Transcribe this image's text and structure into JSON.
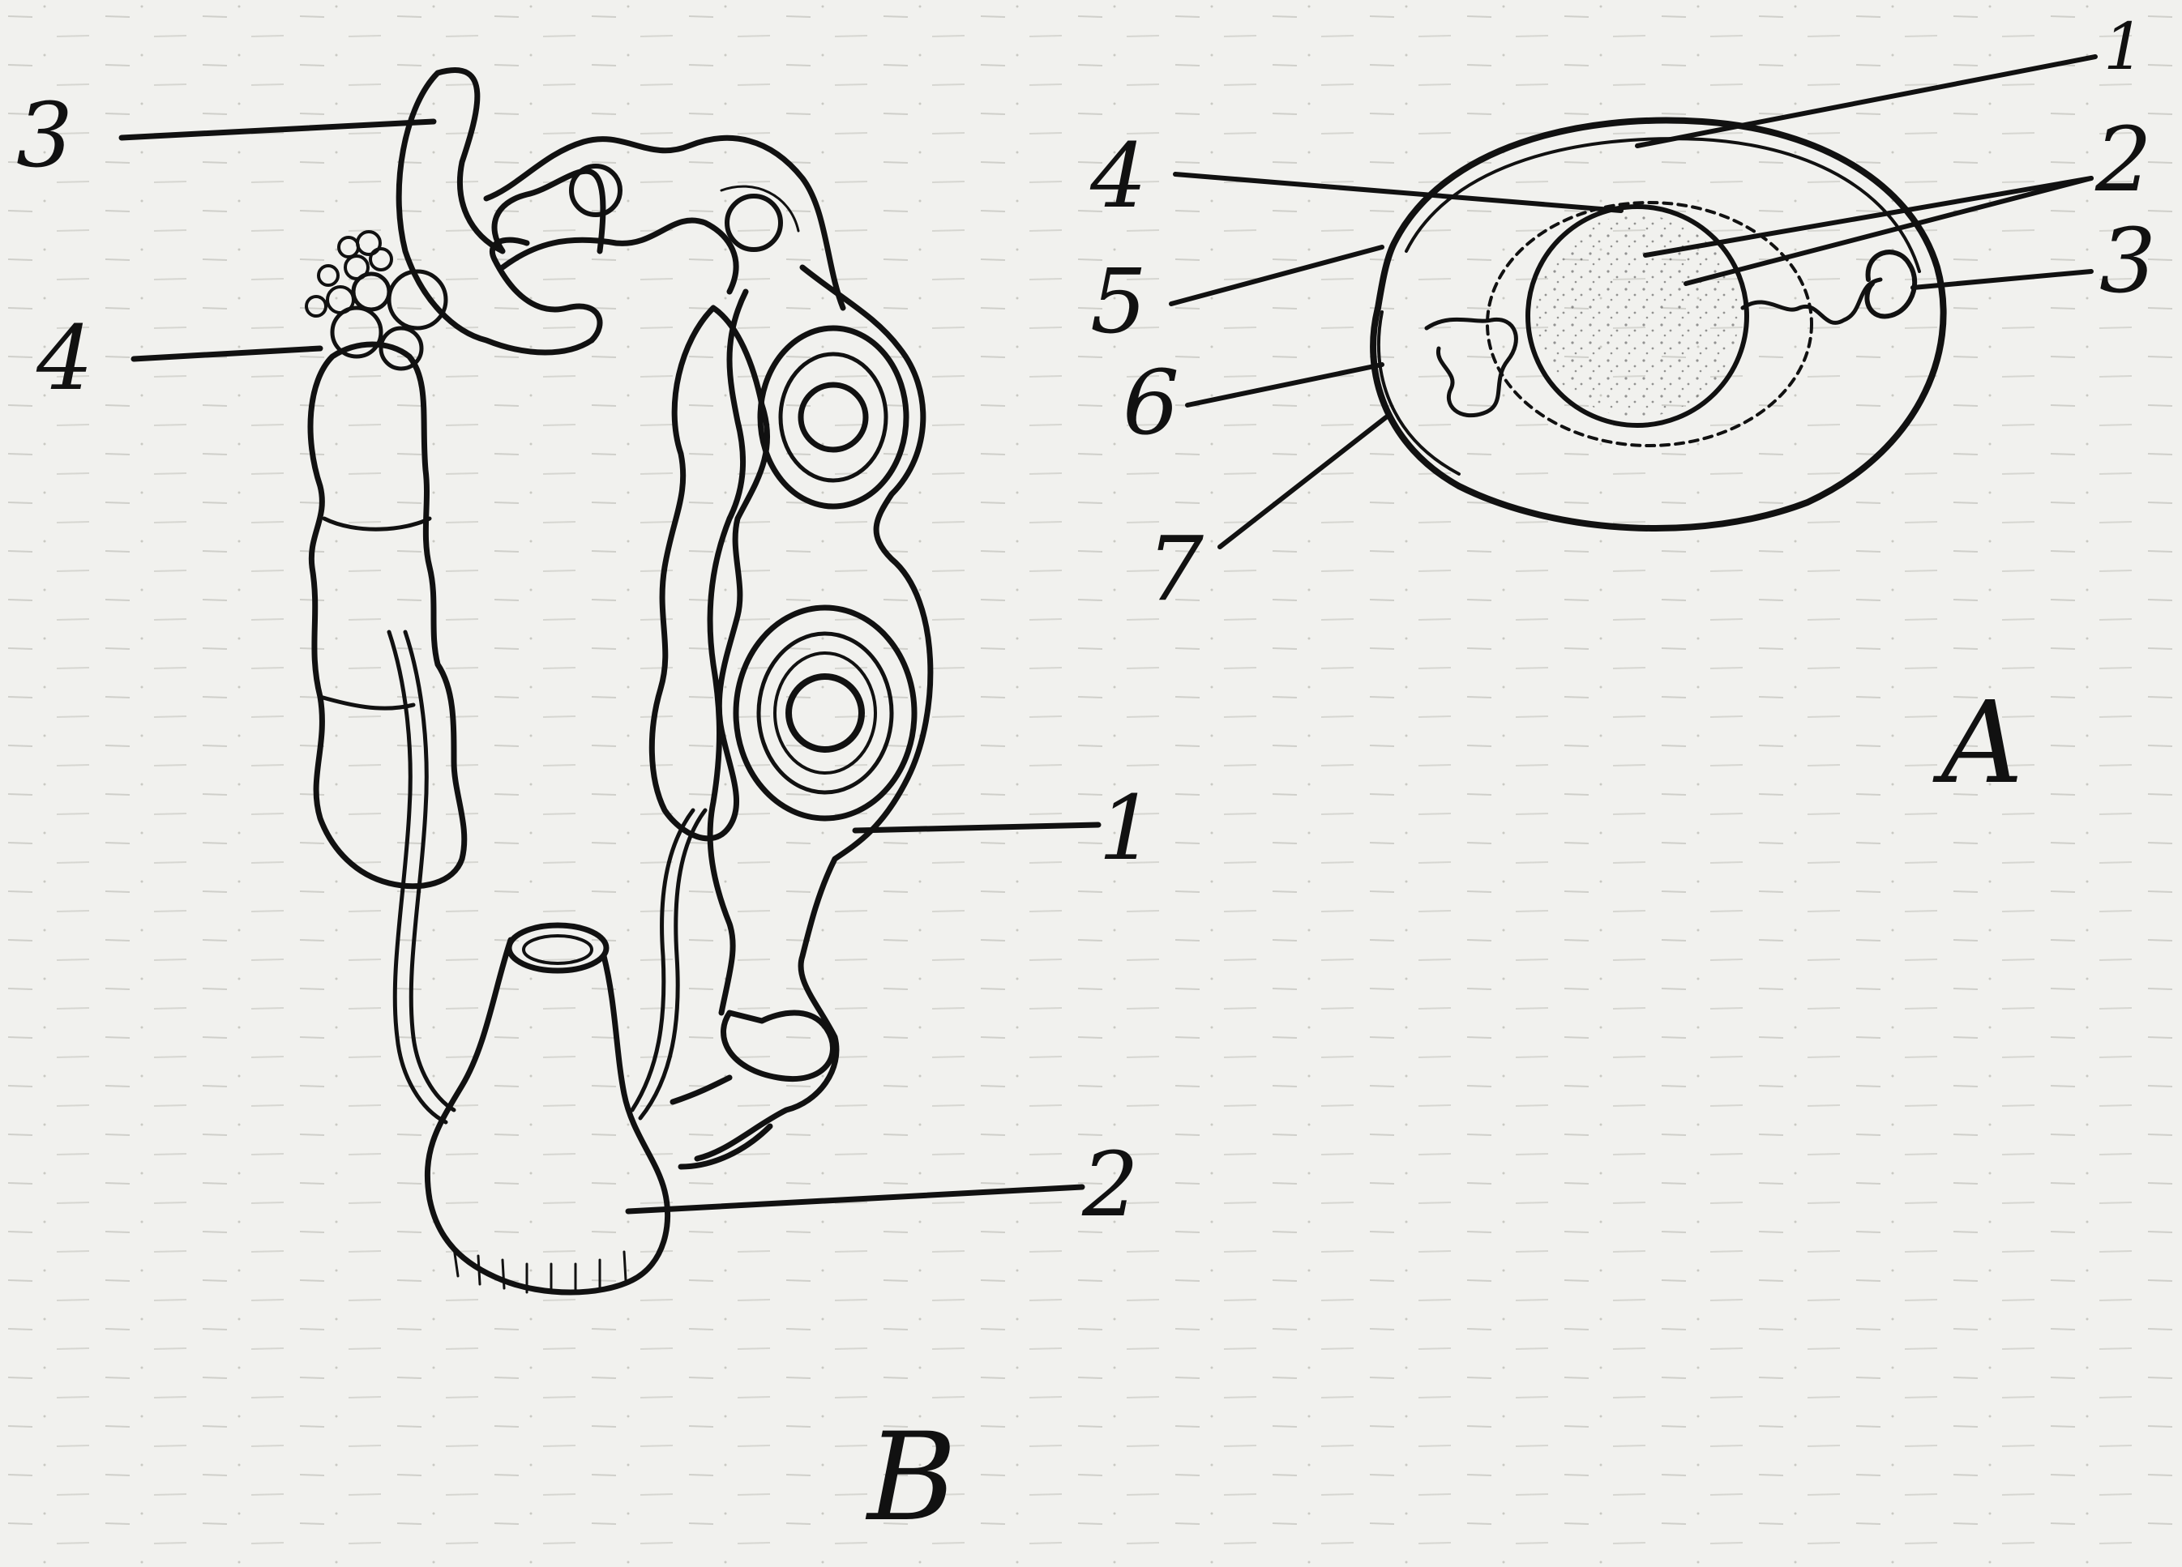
{
  "panel_a": {
    "letter": "A",
    "labels": {
      "l1": "1",
      "l2": "2",
      "l3": "3",
      "l4": "4",
      "l5": "5",
      "l6": "6",
      "l7": "7"
    }
  },
  "panel_b": {
    "letter": "B",
    "labels": {
      "l1": "1",
      "l2": "2",
      "l3": "3",
      "l4": "4"
    }
  }
}
